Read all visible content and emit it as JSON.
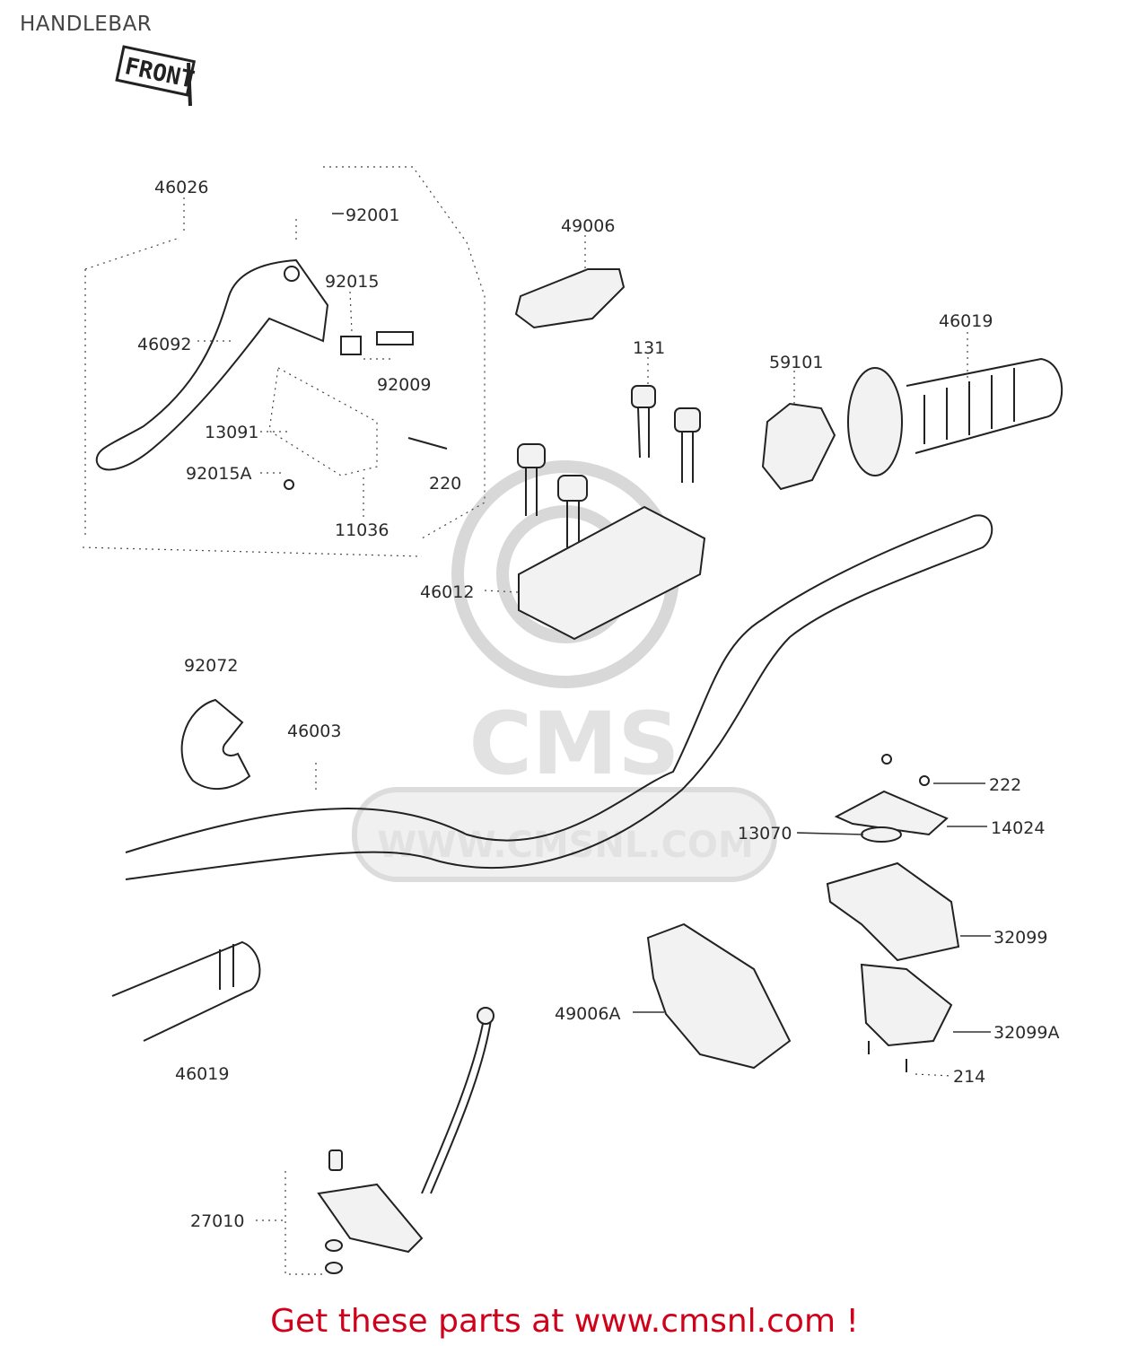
{
  "page": {
    "title": "HANDLEBAR"
  },
  "front_stamp": "FRONT",
  "watermark": {
    "brand": "CMS",
    "url": "WWW.CMSNL.COM"
  },
  "parts": [
    {
      "id": "p46026",
      "number": "46026"
    },
    {
      "id": "p92001",
      "number": "92001"
    },
    {
      "id": "p92015",
      "number": "92015"
    },
    {
      "id": "p46092",
      "number": "46092"
    },
    {
      "id": "p92009",
      "number": "92009"
    },
    {
      "id": "p13091",
      "number": "13091"
    },
    {
      "id": "p92015a",
      "number": "92015A"
    },
    {
      "id": "p220",
      "number": "220"
    },
    {
      "id": "p11036",
      "number": "11036"
    },
    {
      "id": "p49006",
      "number": "49006"
    },
    {
      "id": "p131",
      "number": "131"
    },
    {
      "id": "p59101",
      "number": "59101"
    },
    {
      "id": "p46019",
      "number": "46019"
    },
    {
      "id": "p46012",
      "number": "46012"
    },
    {
      "id": "p92072",
      "number": "92072"
    },
    {
      "id": "p46003",
      "number": "46003"
    },
    {
      "id": "p222",
      "number": "222"
    },
    {
      "id": "p14024",
      "number": "14024"
    },
    {
      "id": "p13070",
      "number": "13070"
    },
    {
      "id": "p32099",
      "number": "32099"
    },
    {
      "id": "p49006a",
      "number": "49006A"
    },
    {
      "id": "p32099a",
      "number": "32099A"
    },
    {
      "id": "p214",
      "number": "214"
    },
    {
      "id": "p46019b",
      "number": "46019"
    },
    {
      "id": "p27010",
      "number": "27010"
    }
  ],
  "footer": {
    "text": "Get these parts at www.cmsnl.com !",
    "color": "#d0021b"
  }
}
